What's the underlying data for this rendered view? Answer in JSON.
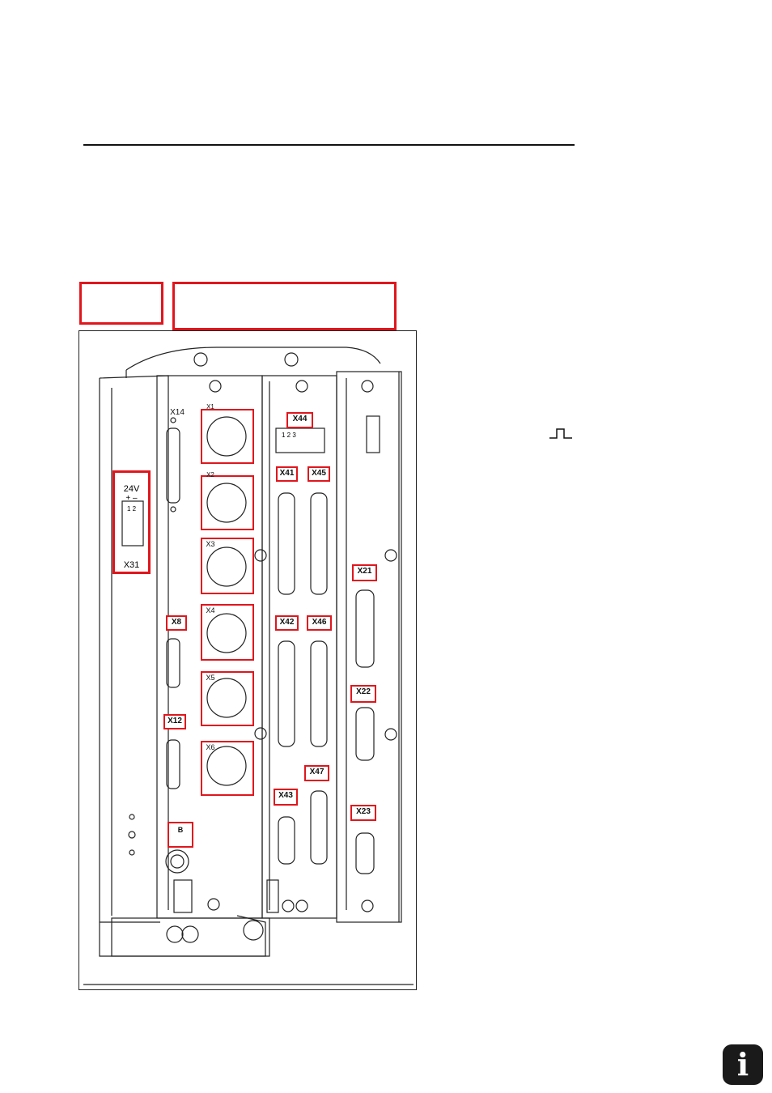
{
  "page": {
    "info_icon": "info-icon",
    "pulse_icon": "square-pulse-icon"
  },
  "figure": {
    "power_block": {
      "voltage": "24V",
      "polarity": "+ –",
      "pins": "1 2",
      "connector": "X31"
    },
    "x44_pins": "1 2 3",
    "labels": {
      "x14": "X14",
      "x1": "X1",
      "x2": "X2",
      "x3": "X3",
      "x4": "X4",
      "x5": "X5",
      "x6": "X6",
      "x8": "X8",
      "x12": "X12",
      "ground": "B",
      "x44": "X44",
      "x41": "X41",
      "x45": "X45",
      "x42": "X42",
      "x46": "X46",
      "x43": "X43",
      "x47": "X47",
      "x21": "X21",
      "x22": "X22",
      "x23": "X23"
    }
  }
}
